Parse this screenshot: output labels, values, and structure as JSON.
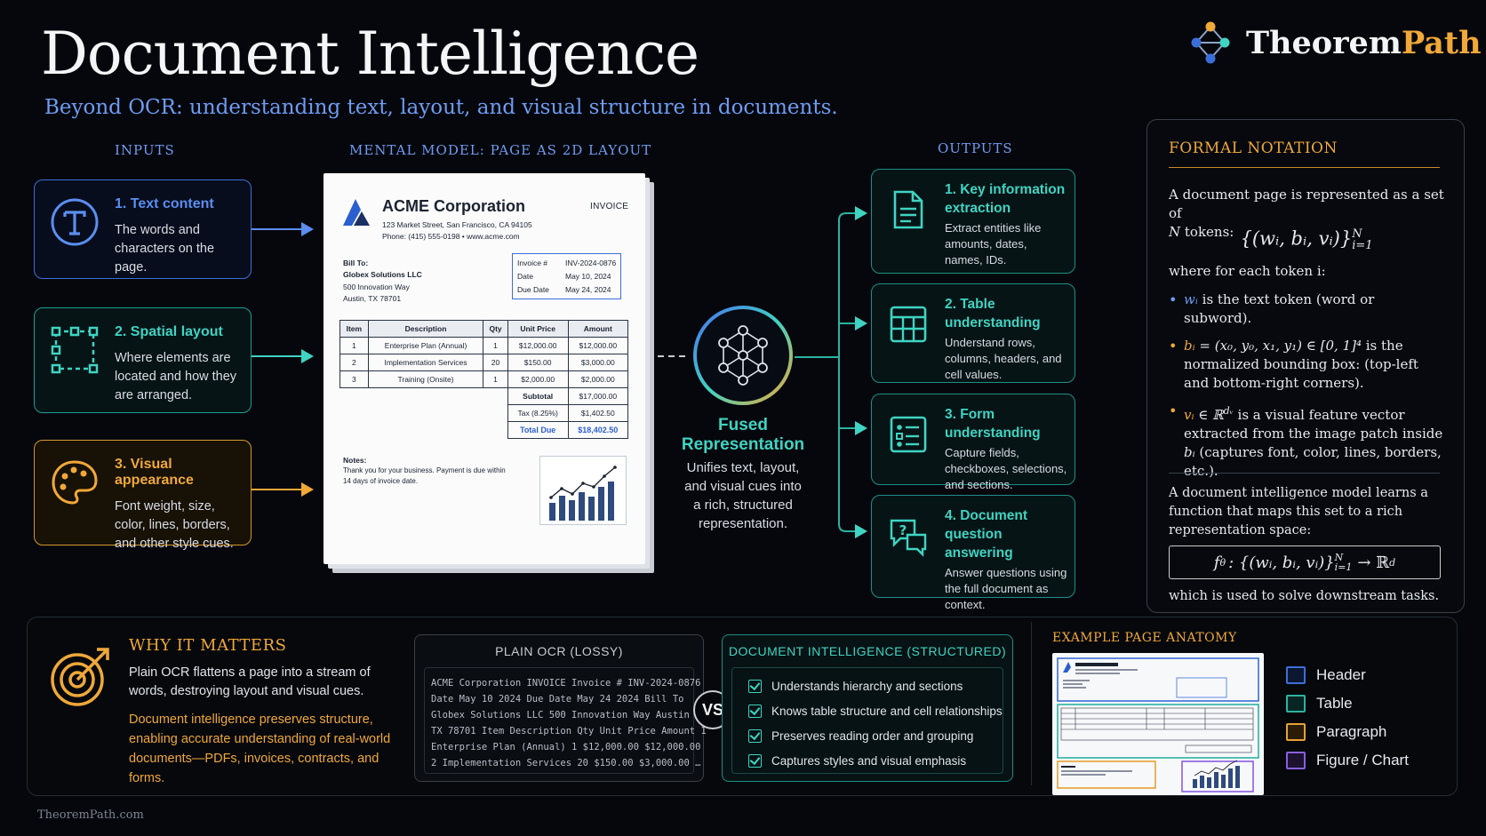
{
  "header": {
    "title": "Document Intelligence",
    "subtitle": "Beyond OCR: understanding text, layout, and visual structure in documents.",
    "brand_prefix": "Theorem",
    "brand_suffix": "Path"
  },
  "columns": {
    "inputs": "INPUTS",
    "model": "MENTAL MODEL: PAGE AS 2D LAYOUT",
    "outputs": "OUTPUTS"
  },
  "inputs": [
    {
      "title": "1. Text content",
      "desc": "The words and characters on the page.",
      "color": "#5b8ef0"
    },
    {
      "title": "2. Spatial layout",
      "desc": "Where elements are located and how they are arranged.",
      "color": "#3fd4c2"
    },
    {
      "title": "3. Visual appearance",
      "desc": "Font weight, size, color, lines, borders, and other style cues.",
      "color": "#f0a838"
    }
  ],
  "invoice": {
    "company": "ACME Corporation",
    "doc_type": "INVOICE",
    "address": "123 Market Street, San Francisco, CA 94105",
    "phone": "Phone: (415) 555-0198  •  www.acme.com",
    "bill_to_label": "Bill To:",
    "bill_to": [
      "Globex Solutions LLC",
      "500 Innovation Way",
      "Austin, TX 78701"
    ],
    "meta": [
      {
        "k": "Invoice #",
        "v": "INV-2024-0876"
      },
      {
        "k": "Date",
        "v": "May 10, 2024"
      },
      {
        "k": "Due Date",
        "v": "May 24, 2024"
      }
    ],
    "columns": [
      "Item",
      "Description",
      "Qty",
      "Unit Price",
      "Amount"
    ],
    "rows": [
      [
        "1",
        "Enterprise Plan (Annual)",
        "1",
        "$12,000.00",
        "$12,000.00"
      ],
      [
        "2",
        "Implementation Services",
        "20",
        "$150.00",
        "$3,000.00"
      ],
      [
        "3",
        "Training (Onsite)",
        "1",
        "$2,000.00",
        "$2,000.00"
      ]
    ],
    "subtotal_label": "Subtotal",
    "subtotal": "$17,000.00",
    "tax_label": "Tax (8.25%)",
    "tax": "$1,402.50",
    "total_label": "Total Due",
    "total": "$18,402.50",
    "notes_label": "Notes:",
    "notes": [
      "Thank you for your business. Payment is due within",
      "14 days of invoice date."
    ]
  },
  "fused": {
    "title_line1": "Fused",
    "title_line2": "Representation",
    "desc": [
      "Unifies text, layout,",
      "and visual cues into",
      "a rich, structured",
      "representation."
    ]
  },
  "outputs": [
    {
      "title": "1. Key information extraction",
      "desc": "Extract entities like amounts, dates, names, IDs.",
      "icon": "document-icon"
    },
    {
      "title": "2. Table understanding",
      "desc": "Understand rows, columns, headers, and cell values.",
      "icon": "table-icon"
    },
    {
      "title": "3. Form understanding",
      "desc": "Capture fields, checkboxes, selections, and sections.",
      "icon": "form-icon"
    },
    {
      "title": "4. Document question answering",
      "desc": "Answer questions using the full document as context.",
      "icon": "chat-question-icon"
    }
  ],
  "formal": {
    "title": "FORMAL NOTATION",
    "intro_a": "A document page is represented as a set of",
    "intro_b": "tokens:",
    "n": "N",
    "set": "{(wᵢ, bᵢ, vᵢ)}",
    "set_sup": "N",
    "set_sub": "i=1",
    "where": "where for each token i:",
    "b1_sym": "wᵢ",
    "b1_text": "is the text token (word or subword).",
    "b2_sym": "bᵢ",
    "b2_expr": "= (x₀, y₀, x₁, y₁) ∈ [0, 1]⁴",
    "b2_text": "is the normalized bounding box: (top-left and bottom-right corners).",
    "b3_sym": "vᵢ",
    "b3_expr": "∈ ℝ",
    "b3_sup": "dᵥ",
    "b3_text_a": "is a visual feature vector extracted from the image patch inside",
    "b3_sym2": "bᵢ",
    "b3_text_b": "(captures font, color, lines, borders, etc.).",
    "learns": "A document intelligence model learns a function that maps this set to a rich representation space:",
    "func_lhs": "f",
    "func_sub": "θ",
    "func_mid": ": {(wᵢ, bᵢ, vᵢ)}",
    "func_sup": "N",
    "func_sub2": "i=1",
    "func_arrow": "→ ℝ",
    "func_sup2": "d",
    "used": "which is used to solve downstream tasks."
  },
  "why": {
    "title": "WHY IT MATTERS",
    "p1": "Plain OCR flattens a page into a stream of words, destroying layout and visual cues.",
    "p2": "Document intelligence preserves structure, enabling accurate understanding of real-world documents—PDFs, invoices, contracts, and forms."
  },
  "ocr": {
    "title": "PLAIN OCR (LOSSY)",
    "lines": [
      "ACME Corporation INVOICE Invoice # INV-2024-0876",
      "Date May 10 2024 Due Date May 24 2024 Bill To",
      "Globex Solutions LLC 500 Innovation Way Austin",
      "TX 78701 Item Description Qty Unit Price Amount 1",
      "Enterprise Plan (Annual) 1 $12,000.00 $12,000.00",
      "2 Implementation Services 20 $150.00 $3,000.00 …"
    ]
  },
  "vs": "VS",
  "di": {
    "title": "DOCUMENT INTELLIGENCE (STRUCTURED)",
    "items": [
      "Understands hierarchy and sections",
      "Knows table structure and cell relationships",
      "Preserves reading order and grouping",
      "Captures styles and visual emphasis"
    ]
  },
  "anatomy": {
    "title": "EXAMPLE PAGE ANATOMY",
    "legend": [
      {
        "label": "Header",
        "color": "#3b6fd8"
      },
      {
        "label": "Table",
        "color": "#2bb3a3"
      },
      {
        "label": "Paragraph",
        "color": "#e6a234"
      },
      {
        "label": "Figure / Chart",
        "color": "#8a5ee0"
      }
    ]
  },
  "footer": "TheoremPath.com"
}
